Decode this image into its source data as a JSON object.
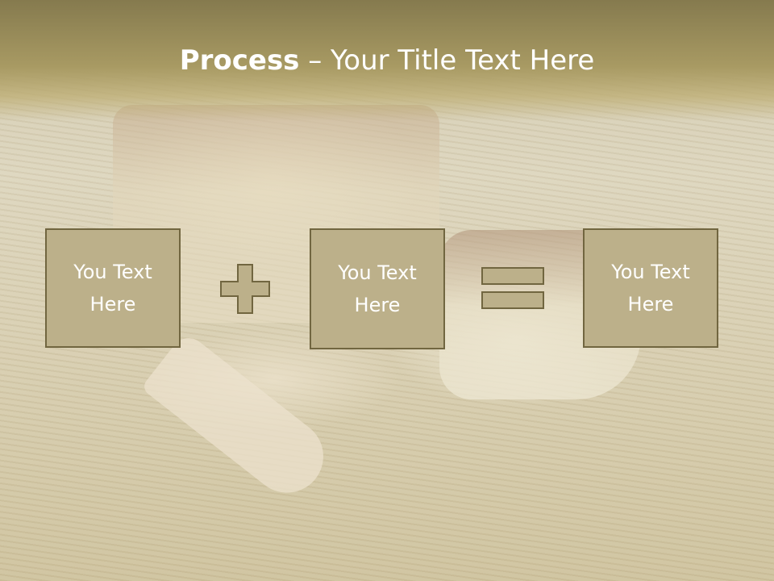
{
  "slide": {
    "title_bold": "Process",
    "title_rest": " – Your Title Text Here",
    "boxes": [
      {
        "text": "You Text\nHere"
      },
      {
        "text": "You Text\nHere"
      },
      {
        "text": "You Text\nHere"
      }
    ],
    "operators": [
      "plus-icon",
      "equals-icon"
    ]
  },
  "colors": {
    "title_band": "#9e925e",
    "box_fill": "#bcb08a",
    "box_border": "#716640",
    "text": "#ffffff"
  }
}
